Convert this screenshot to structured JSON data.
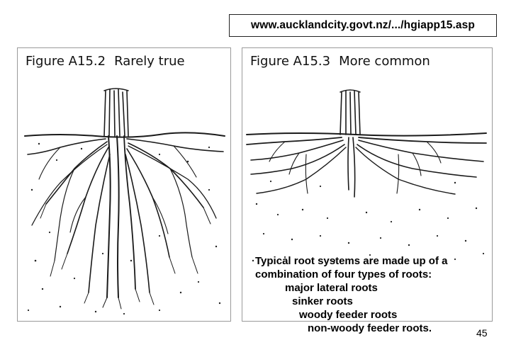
{
  "url": "www.aucklandcity.govt.nz/.../hgiapp15.asp",
  "figures": [
    {
      "number": "Figure A15.2",
      "title": "Rarely true"
    },
    {
      "number": "Figure A15.3",
      "title": "More common"
    }
  ],
  "caption": {
    "line1": "Typical root systems are made up of a",
    "line2": "combination of four types of roots:",
    "items": [
      "major lateral roots",
      "sinker roots",
      "woody feeder roots",
      "non-woody feeder roots."
    ]
  },
  "page_number": "45",
  "colors": {
    "ink": "#1a1a1a",
    "panel_border": "#9a9a9a"
  }
}
